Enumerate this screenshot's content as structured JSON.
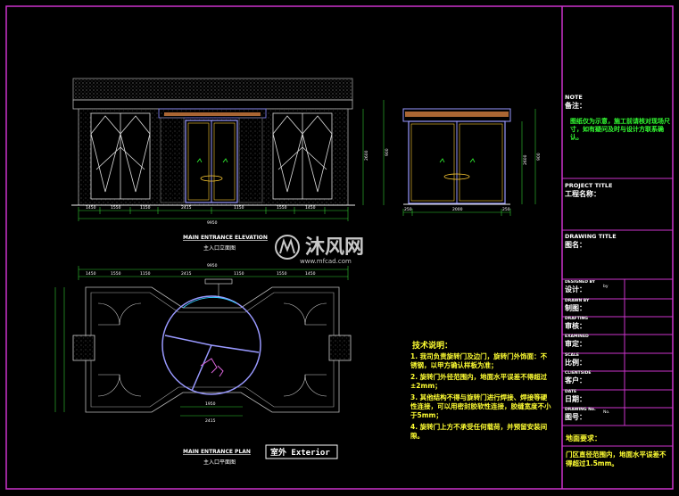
{
  "elevation": {
    "title": "MAIN ENTRANCE ELEVATION",
    "subtitle": "主入口立面图",
    "dims_bottom": [
      "1450",
      "1550",
      "1150",
      "2415",
      "1150",
      "1550",
      "1450"
    ],
    "dim_total": "9950",
    "dims_right": [
      "2600",
      "900"
    ]
  },
  "side_view": {
    "dims_bottom": [
      "250",
      "2000",
      "250"
    ],
    "dims_right": [
      "2600",
      "900"
    ]
  },
  "plan": {
    "title": "MAIN ENTRANCE PLAN",
    "subtitle": "主入口平面图",
    "dims_top": [
      "1450",
      "1550",
      "1150",
      "2415",
      "1150",
      "1550",
      "1450"
    ],
    "dim_total": "9950",
    "dims_bottom_inner": [
      "1950",
      "2415"
    ],
    "exterior_label": "室外 Exterior"
  },
  "watermark": {
    "brand": "沐风网",
    "url": "www.mfcad.com"
  },
  "tech_notes": {
    "heading": "技术说明：",
    "items": [
      "1. 我司负责旋转门及边门，旋转门外饰面：不锈钢，以甲方确认样板为准；",
      "2. 旋转门外径范围内，地面水平误差不得超过±2mm；",
      "3. 其他结构不得与旋转门进行焊接、焊接等硬性连接，可以用密封胶软性连接，胶缝宽度不小于5mm；",
      "4. 旋转门上方不承受任何载荷，并预留安装间隙。"
    ]
  },
  "title_block": {
    "note_en": "NOTE",
    "note_cn": "备注：",
    "note_body": "图纸仅为示意，施工前请核对现场尺寸，如有疑问及时与设计方联系确认。",
    "project_title_en": "PROJECT TITLE",
    "project_title_cn": "工程名称：",
    "drawing_title_en": "DRAWING TITLE",
    "drawing_title_cn": "图名：",
    "rows": [
      {
        "en": "DESIGNED BY",
        "cn": "设计：",
        "extra": "by"
      },
      {
        "en": "DRAWN BY",
        "cn": "制图：",
        "extra": ""
      },
      {
        "en": "DRAFTING",
        "cn": "审核：",
        "extra": ""
      },
      {
        "en": "EXAMINED",
        "cn": "审定：",
        "extra": ""
      },
      {
        "en": "SCALE",
        "cn": "比例：",
        "extra": ""
      },
      {
        "en": "CLIENTSIDE",
        "cn": "客户：",
        "extra": ""
      },
      {
        "en": "DATE",
        "cn": "日期：",
        "extra": ""
      },
      {
        "en": "DRAWING No.",
        "cn": "图号：",
        "extra": "No."
      }
    ],
    "site_require": "地面要求：",
    "site_require_body": "门区直径范围内，地面水平误差不得超过1.5mm。"
  }
}
